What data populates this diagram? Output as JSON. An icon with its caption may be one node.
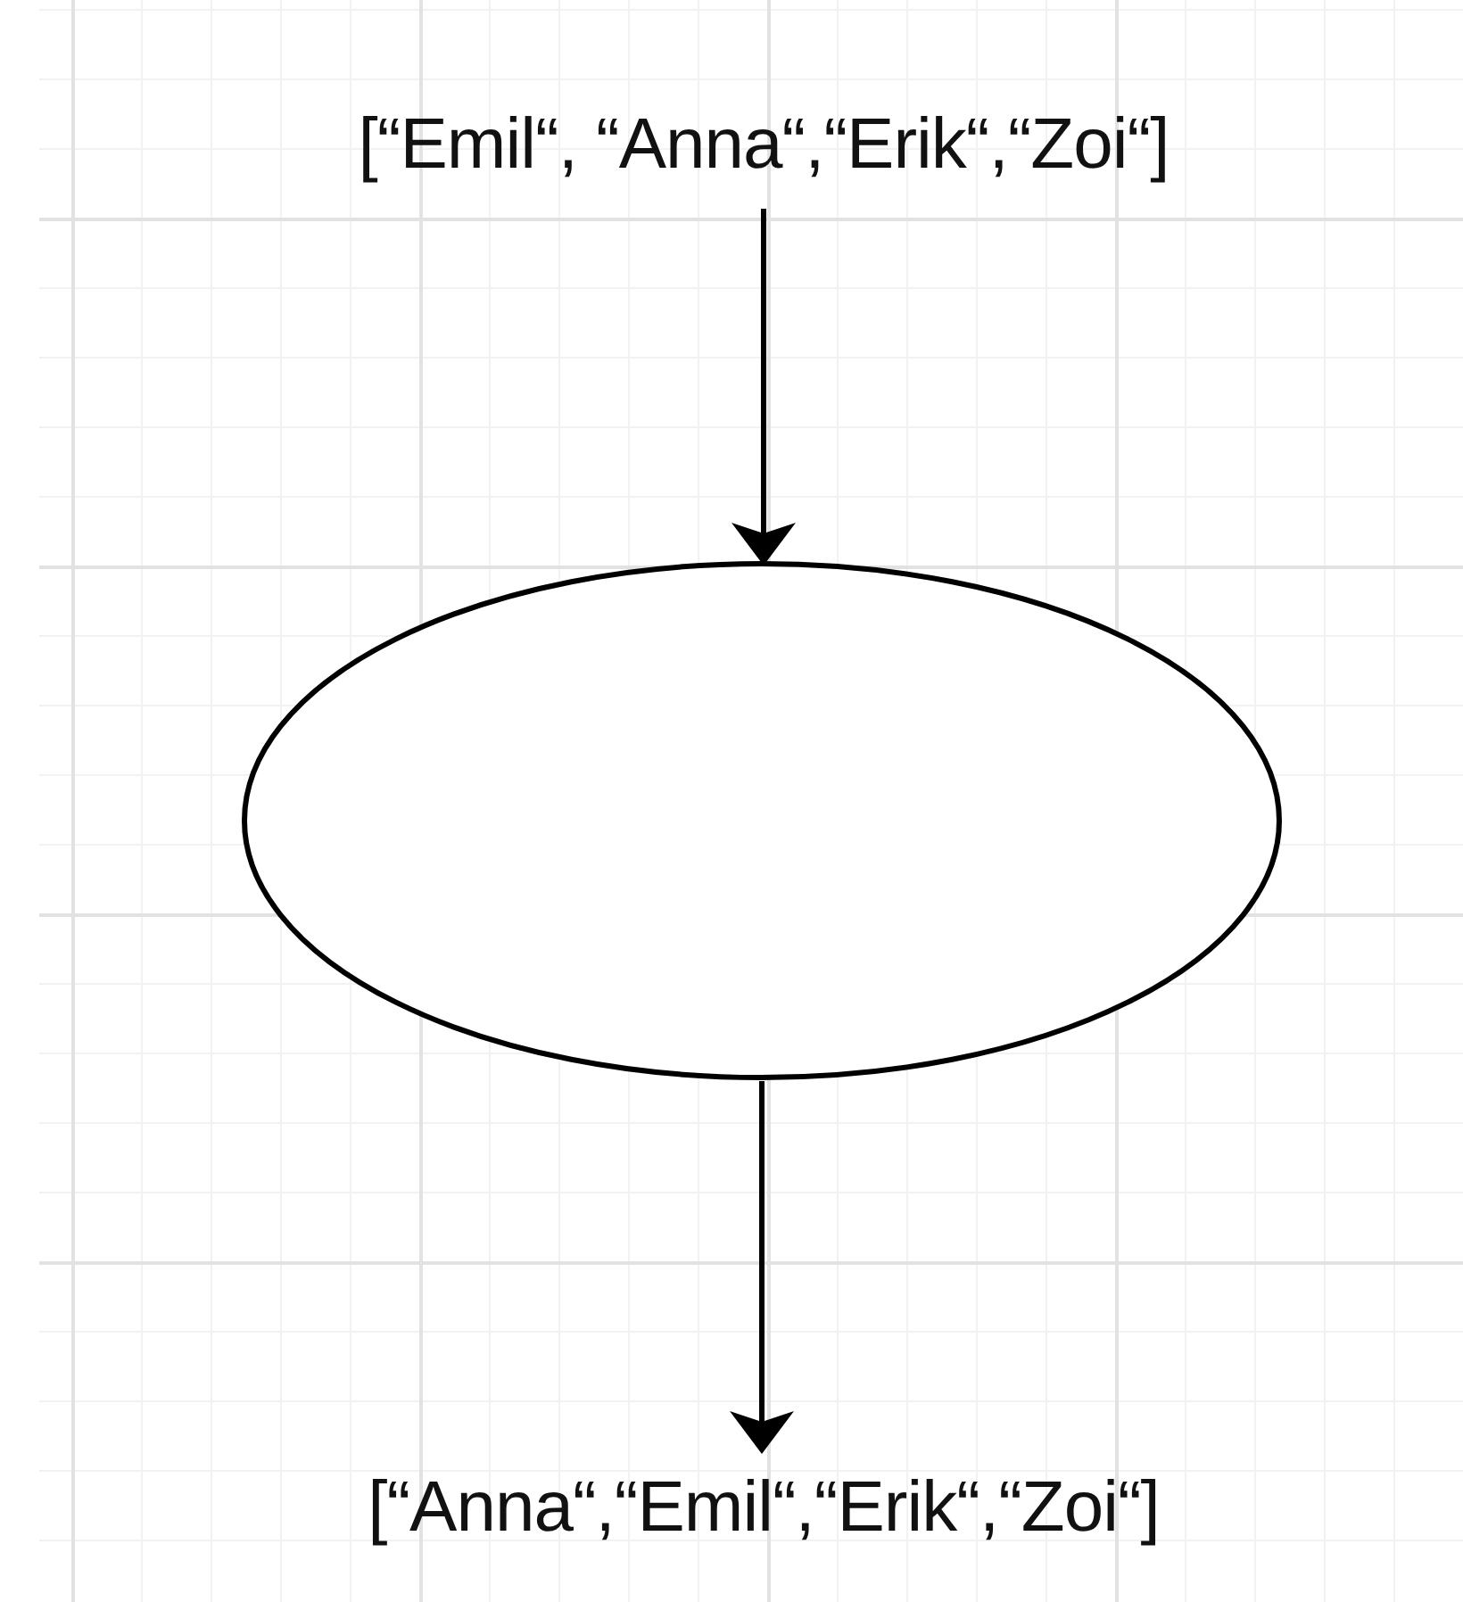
{
  "diagram": {
    "nodes": [
      {
        "text": [
          "[“Emil“, “Anna“,“Erik“,“Zoi“]"
        ]
      },
      {
        "text": [],
        "shape": "ellipse"
      },
      {
        "text": [
          "[“Anna“,“Emil“,“Erik“,“Zoi“]"
        ]
      }
    ],
    "edges": [
      {
        "from": 0,
        "to": 1,
        "arrow": "to"
      },
      {
        "from": 1,
        "to": 2,
        "arrow": "to"
      }
    ]
  }
}
